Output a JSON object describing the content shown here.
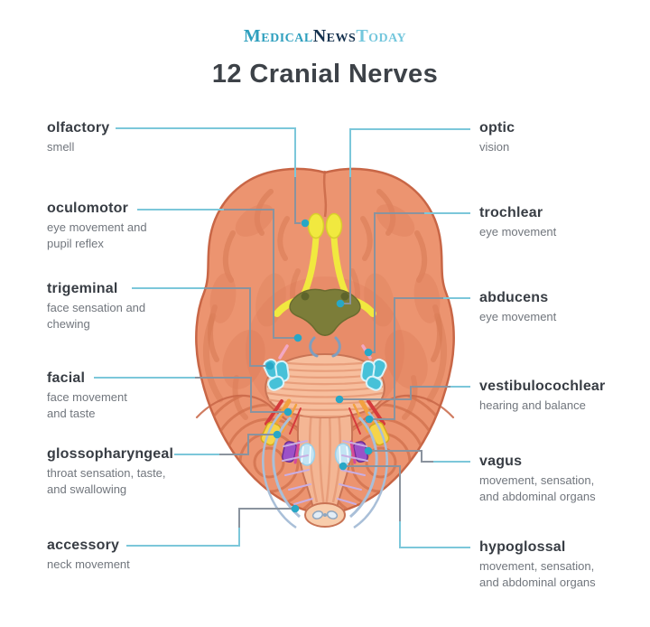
{
  "header": {
    "logo_medical": "Medical",
    "logo_news": "News",
    "logo_today": "Today",
    "title": "12 Cranial Nerves"
  },
  "diagram": {
    "left_nerves": [
      {
        "name": "olfactory",
        "lines": [
          "smell"
        ]
      },
      {
        "name": "oculomotor",
        "lines": [
          "eye movement and",
          "pupil reflex"
        ]
      },
      {
        "name": "trigeminal",
        "lines": [
          "face sensation and",
          "chewing"
        ]
      },
      {
        "name": "facial",
        "lines": [
          "face movement",
          "and taste"
        ]
      },
      {
        "name": "glossopharyngeal",
        "lines": [
          "throat sensation, taste,",
          "and swallowing"
        ]
      },
      {
        "name": "accessory",
        "lines": [
          "neck movement"
        ]
      }
    ],
    "right_nerves": [
      {
        "name": "optic",
        "lines": [
          "vision"
        ]
      },
      {
        "name": "trochlear",
        "lines": [
          "eye movement"
        ]
      },
      {
        "name": "abducens",
        "lines": [
          "eye movement"
        ]
      },
      {
        "name": "vestibulocochlear",
        "lines": [
          "hearing and balance"
        ]
      },
      {
        "name": "vagus",
        "lines": [
          "movement, sensation,",
          "and abdominal organs"
        ]
      },
      {
        "name": "hypoglossal",
        "lines": [
          "movement, sensation,",
          "and abdominal organs"
        ]
      }
    ]
  },
  "colors": {
    "logo_medical": "#2E9FBE",
    "logo_news": "#16324F",
    "logo_today": "#74C7DD",
    "title_text": "#3D4248",
    "label_heading": "#383D44",
    "label_sub": "#71767D",
    "leader_outer": "#7CC7DA",
    "leader_inner": "#8A939E",
    "nerve_dot": "#28A7C6",
    "brain_fill": "#EC9470",
    "brain_outline": "#C86646",
    "olfactory_yellow": "#F1E93F",
    "chiasm_olive": "#7C7D39",
    "trigeminal_teal": "#47C1D8",
    "pons_fill": "#F7BE9D"
  }
}
